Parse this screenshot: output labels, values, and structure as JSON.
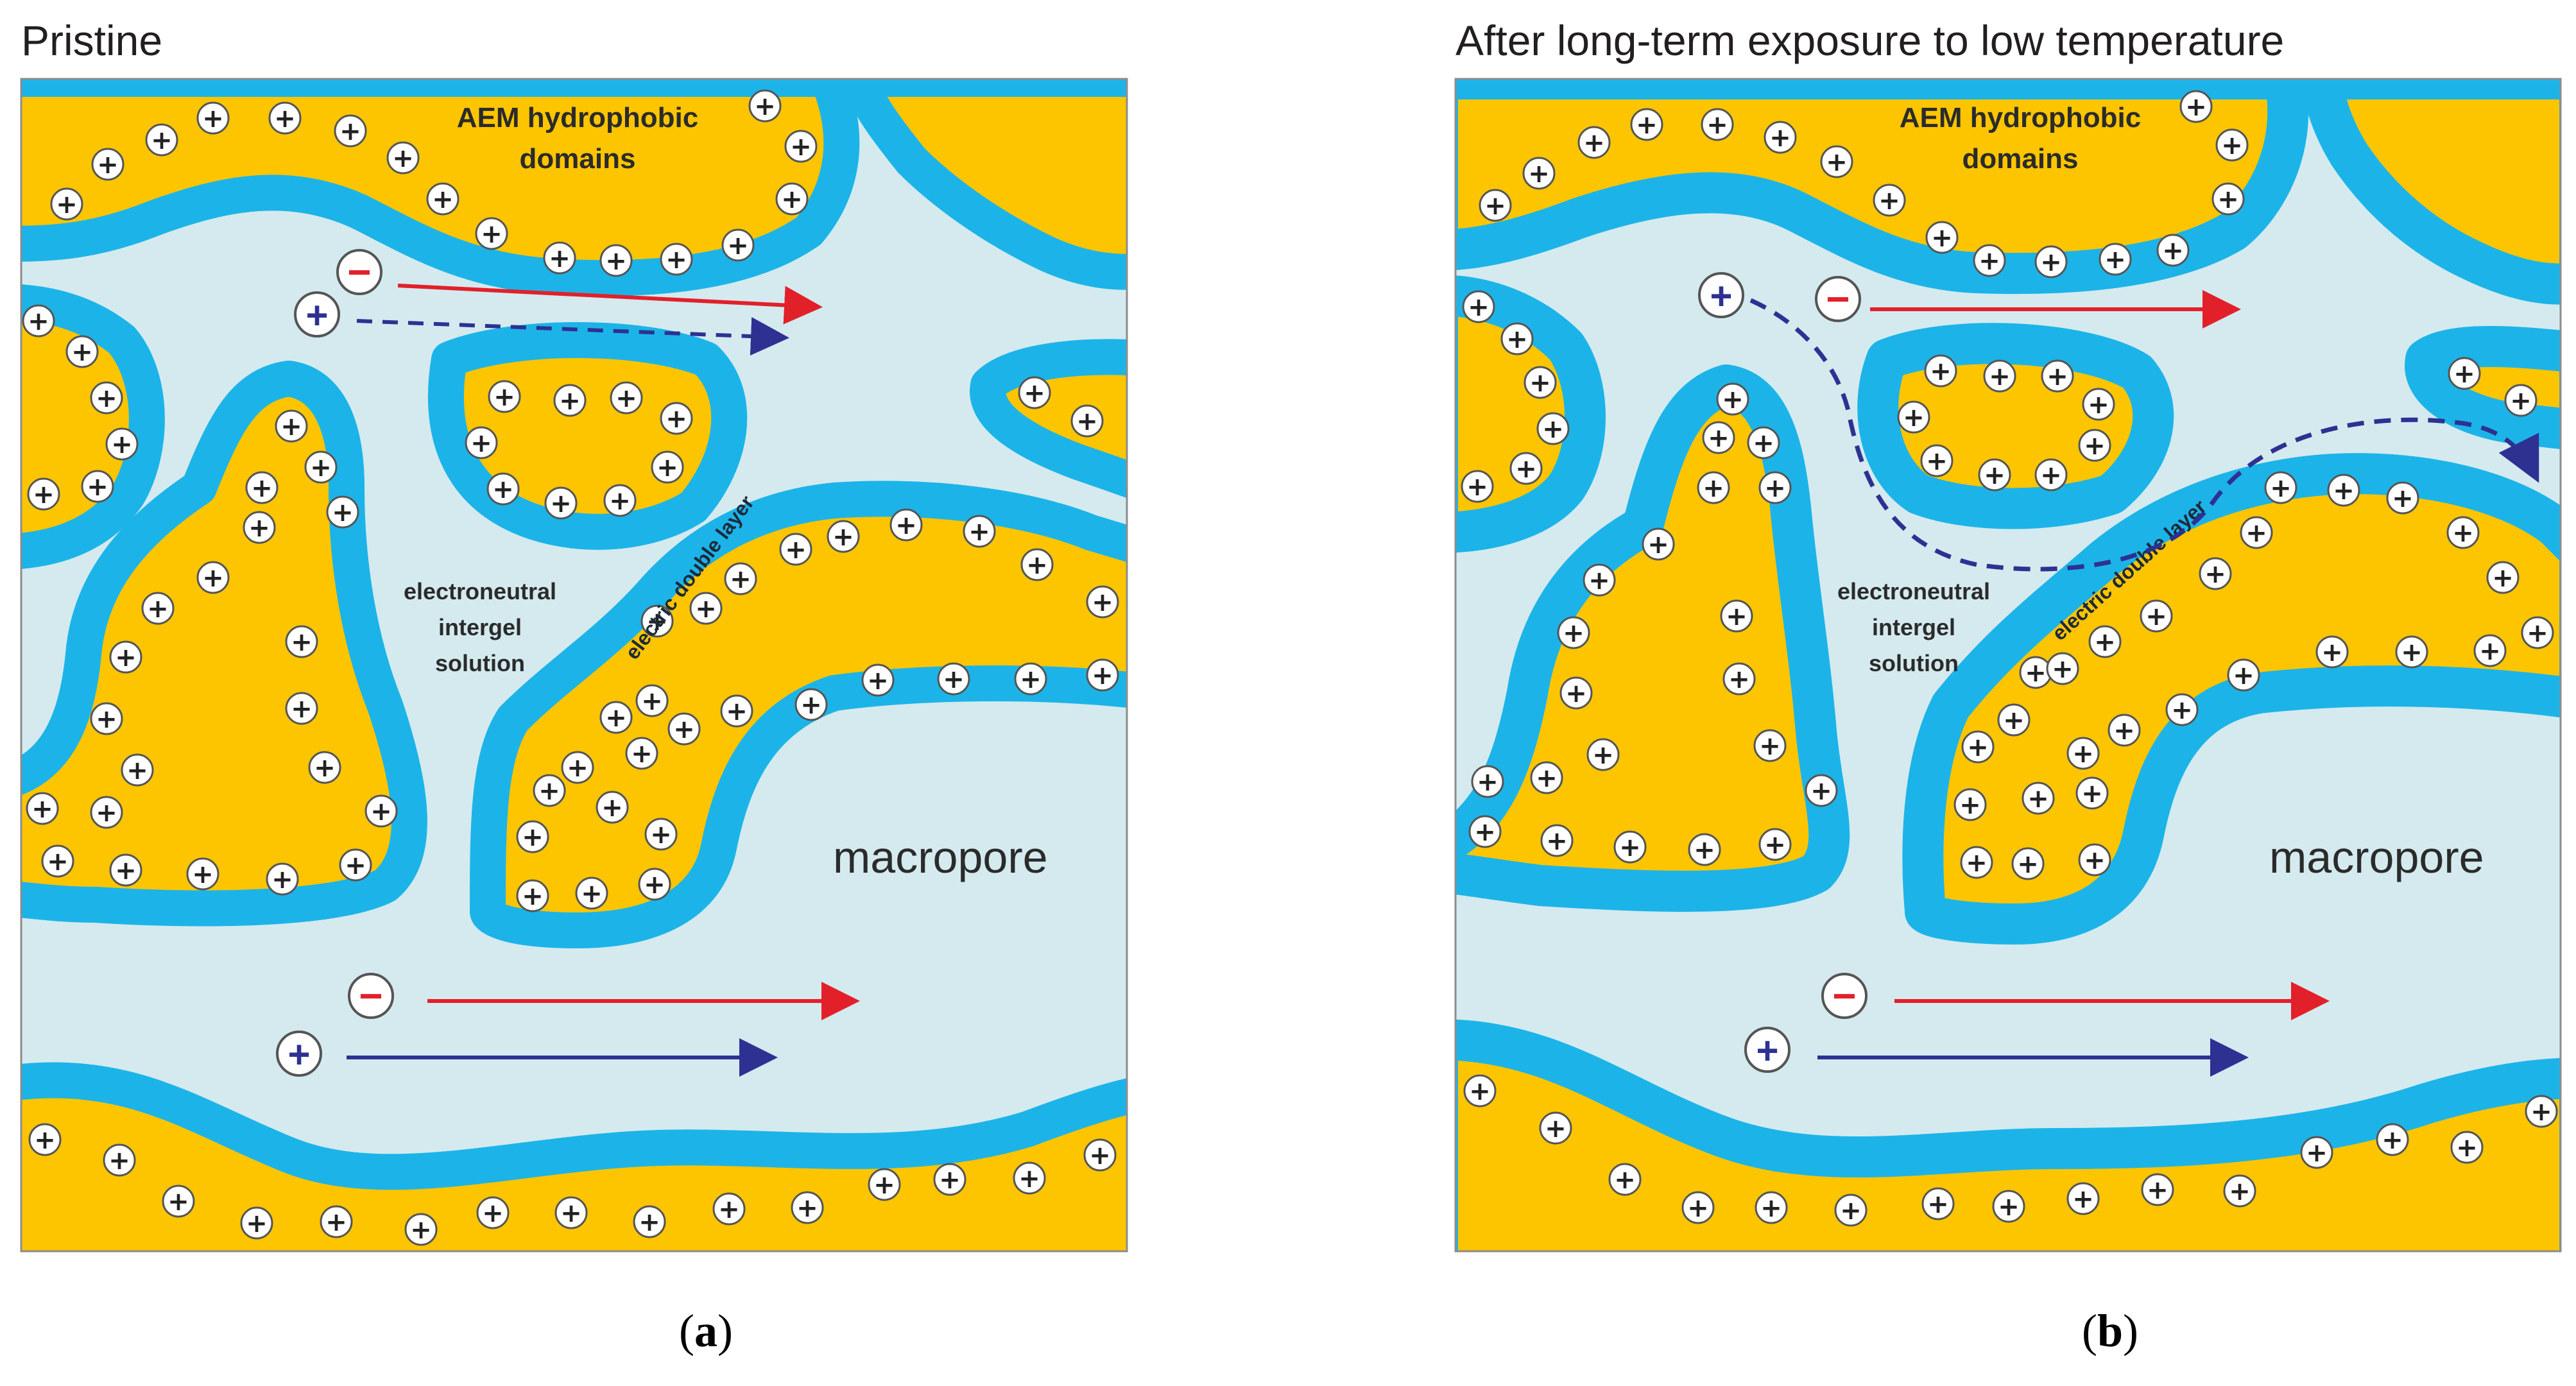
{
  "colors": {
    "domain_fill": "#fcc500",
    "edl_blue": "#1cb4e8",
    "solution": "#d4eaef",
    "anion_arrow": "#e2202a",
    "cation_arrow": "#2e3192",
    "border": "#8c8c8c"
  },
  "panels": [
    {
      "title": "Pristine",
      "domains_label_line1": "AEM hydrophobic",
      "domains_label_line2": "domains",
      "intergel_line1": "electroneutral",
      "intergel_line2": "intergel",
      "intergel_line3": "solution",
      "edl_label": "electric double layer",
      "macropore_label": "macropore",
      "caption_open": "(",
      "caption_letter": "a",
      "caption_close": ")",
      "anion_symbol": "−",
      "cation_symbol": "+"
    },
    {
      "title": "After long-term exposure to low temperature",
      "domains_label_line1": "AEM hydrophobic",
      "domains_label_line2": "domains",
      "intergel_line1": "electroneutral",
      "intergel_line2": "intergel",
      "intergel_line3": "solution",
      "edl_label": "electric double layer",
      "macropore_label": "macropore",
      "caption_open": "(",
      "caption_letter": "b",
      "caption_close": ")",
      "anion_symbol": "−",
      "cation_symbol": "+"
    }
  ],
  "fixed_charge_symbol": "+"
}
